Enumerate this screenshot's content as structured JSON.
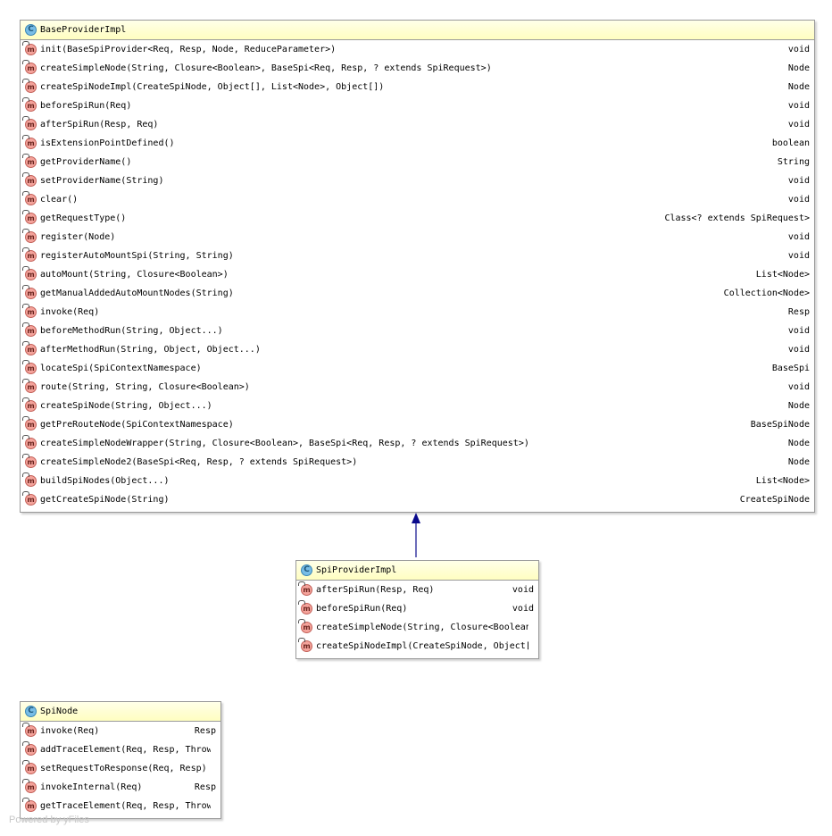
{
  "base_class": {
    "name": "BaseProviderImpl",
    "methods": [
      {
        "name": "init(BaseSpiProvider<Req, Resp, Node, ReduceParameter>)",
        "type": "void"
      },
      {
        "name": "createSimpleNode(String, Closure<Boolean>, BaseSpi<Req, Resp, ? extends SpiRequest>)",
        "type": "Node"
      },
      {
        "name": "createSpiNodeImpl(CreateSpiNode, Object[], List<Node>, Object[])",
        "type": "Node"
      },
      {
        "name": "beforeSpiRun(Req)",
        "type": "void"
      },
      {
        "name": "afterSpiRun(Resp, Req)",
        "type": "void"
      },
      {
        "name": "isExtensionPointDefined()",
        "type": "boolean"
      },
      {
        "name": "getProviderName()",
        "type": "String"
      },
      {
        "name": "setProviderName(String)",
        "type": "void"
      },
      {
        "name": "clear()",
        "type": "void"
      },
      {
        "name": "getRequestType()",
        "type": "Class<? extends SpiRequest>"
      },
      {
        "name": "register(Node)",
        "type": "void"
      },
      {
        "name": "registerAutoMountSpi(String, String)",
        "type": "void"
      },
      {
        "name": "autoMount(String, Closure<Boolean>)",
        "type": "List<Node>"
      },
      {
        "name": "getManualAddedAutoMountNodes(String)",
        "type": "Collection<Node>"
      },
      {
        "name": "invoke(Req)",
        "type": "Resp"
      },
      {
        "name": "beforeMethodRun(String, Object...)",
        "type": "void"
      },
      {
        "name": "afterMethodRun(String, Object, Object...)",
        "type": "void"
      },
      {
        "name": "locateSpi(SpiContextNamespace)",
        "type": "BaseSpi"
      },
      {
        "name": "route(String, String, Closure<Boolean>)",
        "type": "void"
      },
      {
        "name": "createSpiNode(String, Object...)",
        "type": "Node"
      },
      {
        "name": "getPreRouteNode(SpiContextNamespace)",
        "type": "BaseSpiNode"
      },
      {
        "name": "createSimpleNodeWrapper(String, Closure<Boolean>, BaseSpi<Req, Resp, ? extends SpiRequest>)",
        "type": "Node"
      },
      {
        "name": "createSimpleNode2(BaseSpi<Req, Resp, ? extends SpiRequest>)",
        "type": "Node"
      },
      {
        "name": "buildSpiNodes(Object...)",
        "type": "List<Node>"
      },
      {
        "name": "getCreateSpiNode(String)",
        "type": "CreateSpiNode"
      }
    ]
  },
  "sub_class": {
    "name": "SpiProviderImpl",
    "methods": [
      {
        "name": "afterSpiRun(Resp, Req)",
        "type": "void"
      },
      {
        "name": "beforeSpiRun(Req)",
        "type": "void"
      },
      {
        "name": "createSimpleNode(String, Closure<Boolean>",
        "type": ""
      },
      {
        "name": "createSpiNodeImpl(CreateSpiNode, Object[],",
        "type": ""
      }
    ]
  },
  "node_class": {
    "name": "SpiNode",
    "methods": [
      {
        "name": "invoke(Req)",
        "type": "Resp"
      },
      {
        "name": "addTraceElement(Req, Resp, Throwab",
        "type": ""
      },
      {
        "name": "setRequestToResponse(Req, Resp) d",
        "type": ""
      },
      {
        "name": "invokeInternal(Req)",
        "type": "Resp"
      },
      {
        "name": "getTraceElement(Req, Resp, Throwab",
        "type": ""
      }
    ]
  },
  "icons": {
    "class_letter": "C",
    "method_letter": "m"
  },
  "footer": "Powered by yFiles",
  "colors": {
    "arrow": "#0a0a8c",
    "header_bg": "#fffec0"
  }
}
